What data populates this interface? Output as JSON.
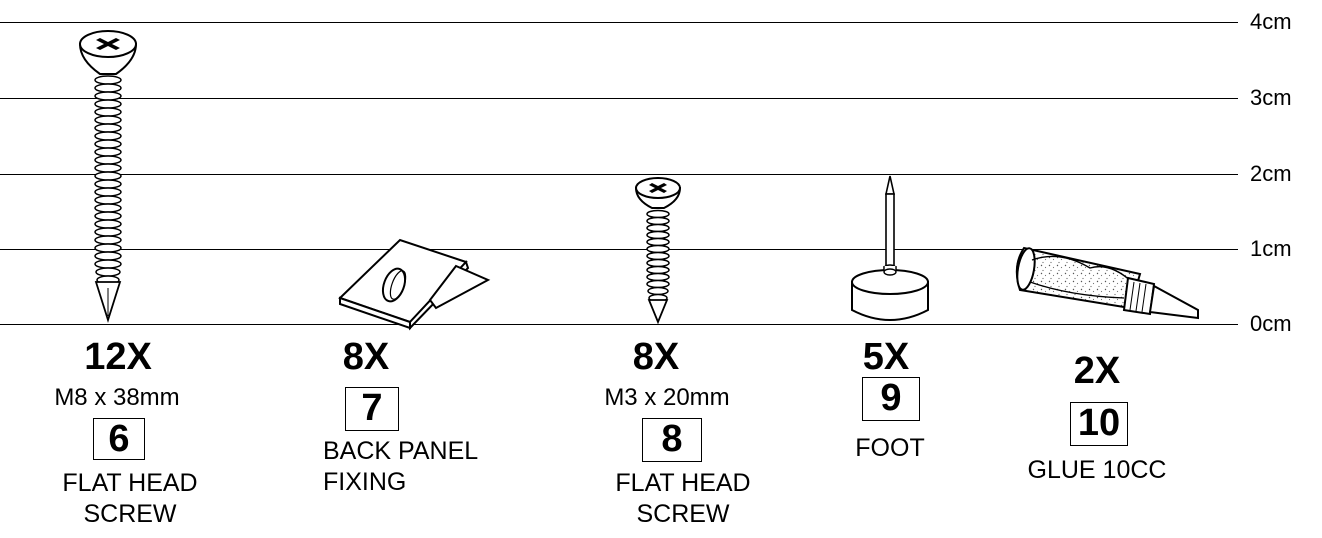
{
  "scale": {
    "labels": [
      "4cm",
      "3cm",
      "2cm",
      "1cm",
      "0cm"
    ]
  },
  "parts": [
    {
      "quantity": "12X",
      "spec": "M8 x 38mm",
      "number": "6",
      "name_lines": [
        "FLAT HEAD",
        "SCREW"
      ]
    },
    {
      "quantity": "8X",
      "spec": "",
      "number": "7",
      "name_lines": [
        "BACK PANEL",
        "FIXING"
      ]
    },
    {
      "quantity": "8X",
      "spec": "M3 x 20mm",
      "number": "8",
      "name_lines": [
        "FLAT HEAD",
        "SCREW"
      ]
    },
    {
      "quantity": "5X",
      "spec": "",
      "number": "9",
      "name_lines": [
        "FOOT"
      ]
    },
    {
      "quantity": "2X",
      "spec": "",
      "number": "10",
      "name_lines": [
        "GLUE 10CC"
      ]
    }
  ]
}
